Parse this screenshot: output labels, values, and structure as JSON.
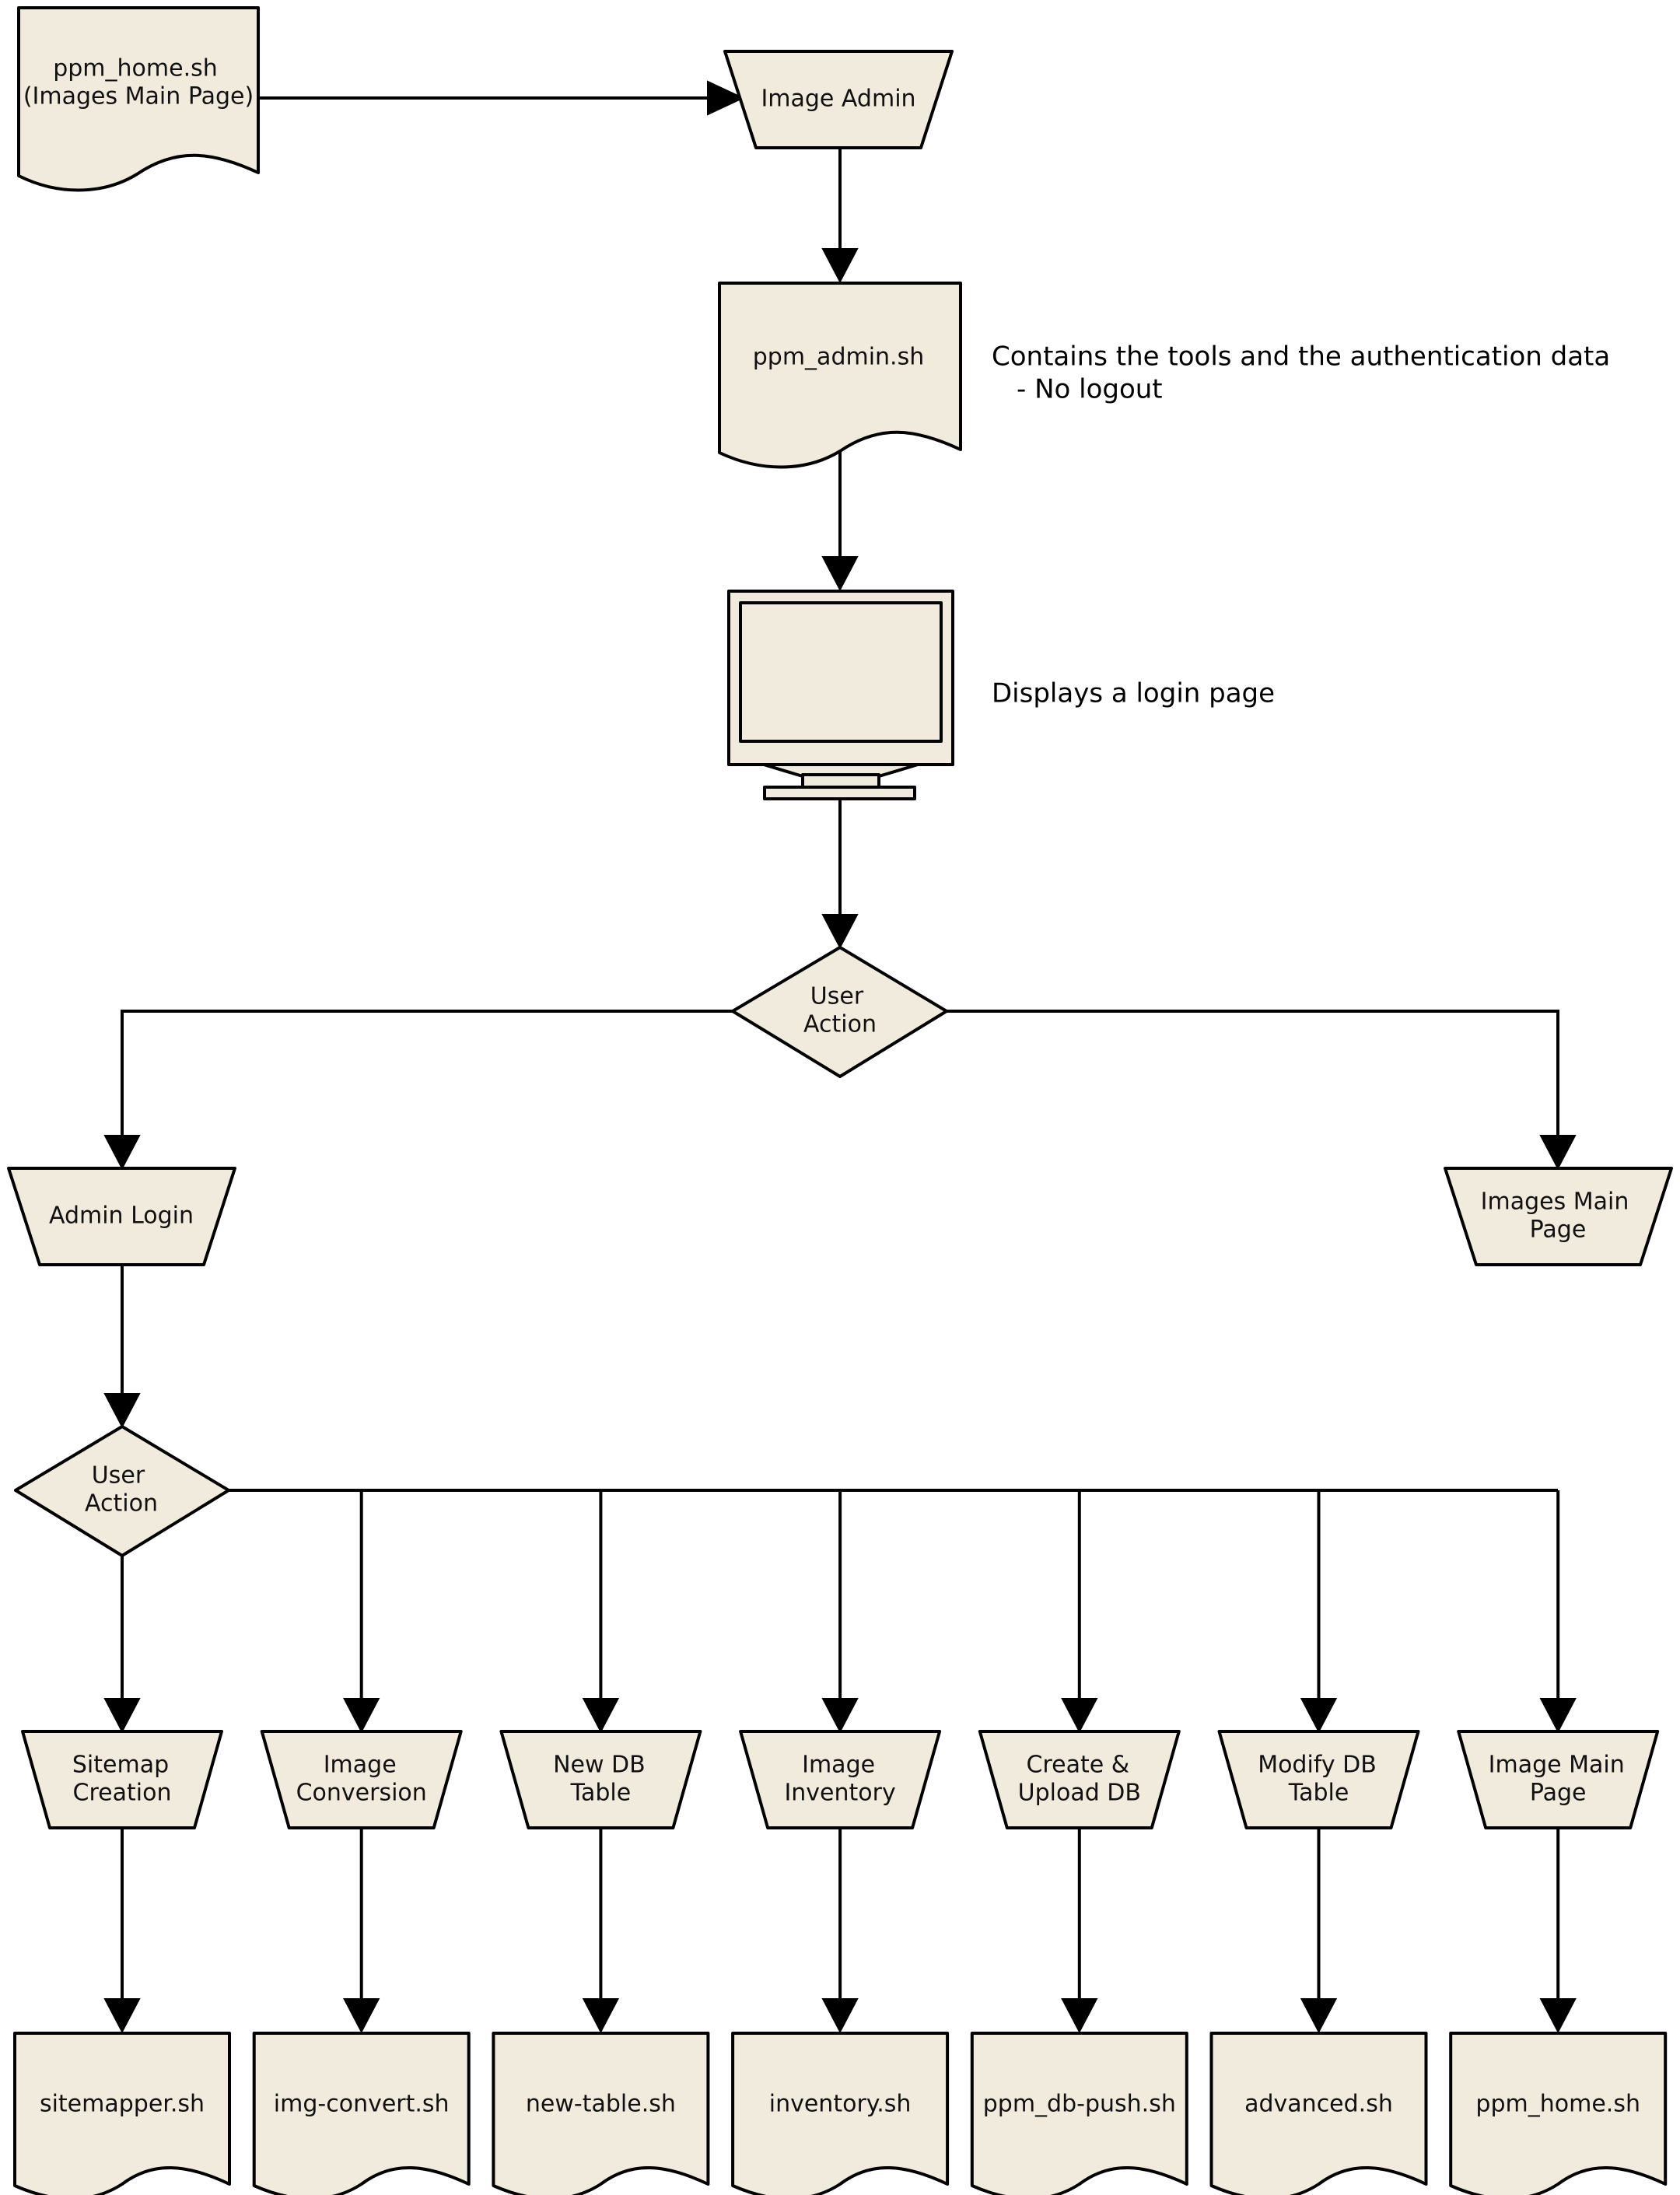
{
  "diagram": {
    "colors": {
      "shape_fill": "#f0ebdd",
      "stroke": "#000000"
    },
    "home": {
      "line1": "ppm_home.sh",
      "line2": "(Images Main Page)"
    },
    "image_admin": {
      "label": "Image Admin"
    },
    "admin_script": {
      "label": "ppm_admin.sh"
    },
    "admin_note": {
      "line1": "Contains the tools and the authentication data",
      "line2": "- No logout"
    },
    "login_note": {
      "label": "Displays a login page"
    },
    "decision_1": {
      "line1": "User",
      "line2": "Action"
    },
    "admin_login": {
      "label": "Admin Login"
    },
    "images_main_page": {
      "line1": "Images Main",
      "line2": "Page"
    },
    "decision_2": {
      "line1": "User",
      "line2": "Action"
    },
    "actions": [
      {
        "line1": "Sitemap",
        "line2": "Creation",
        "script": "sitemapper.sh"
      },
      {
        "line1": "Image",
        "line2": "Conversion",
        "script": "img-convert.sh"
      },
      {
        "line1": "New DB",
        "line2": "Table",
        "script": "new-table.sh"
      },
      {
        "line1": "Image",
        "line2": "Inventory",
        "script": "inventory.sh"
      },
      {
        "line1": "Create &",
        "line2": "Upload DB",
        "script": "ppm_db-push.sh"
      },
      {
        "line1": "Modify DB",
        "line2": "Table",
        "script": "advanced.sh"
      },
      {
        "line1": "Image Main",
        "line2": "Page",
        "script": "ppm_home.sh"
      }
    ]
  }
}
